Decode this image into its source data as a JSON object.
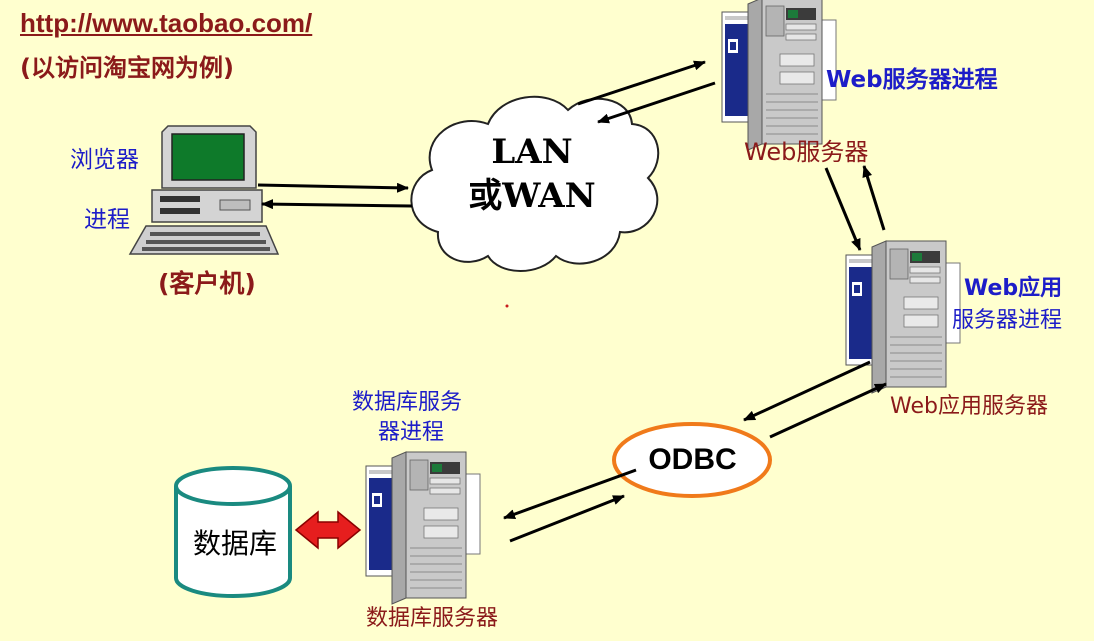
{
  "header": {
    "url": "http://www.taobao.com/",
    "note": "(以访问淘宝网为例)"
  },
  "client": {
    "label_line1": "浏览器",
    "label_line2": "进程",
    "caption": "(客户机)"
  },
  "network": {
    "line1": "LAN",
    "line2": "或WAN"
  },
  "web_server": {
    "process_label": "Web服务器进程",
    "caption": "Web服务器"
  },
  "app_server": {
    "process_line1": "Web应用",
    "process_line2": "服务器进程",
    "caption": "Web应用服务器"
  },
  "odbc": {
    "label": "ODBC"
  },
  "db_server": {
    "process_line1": "数据库服务",
    "process_line2": "器进程",
    "caption": "数据库服务器"
  },
  "database": {
    "label": "数据库"
  },
  "colors": {
    "background": "#ffffcf",
    "label_blue": "#1d1dc8",
    "label_maroon": "#8b1a1a",
    "odbc_border": "#f07a1a",
    "db_border": "#1a8a80",
    "sync_arrow": "#e61e1e"
  }
}
